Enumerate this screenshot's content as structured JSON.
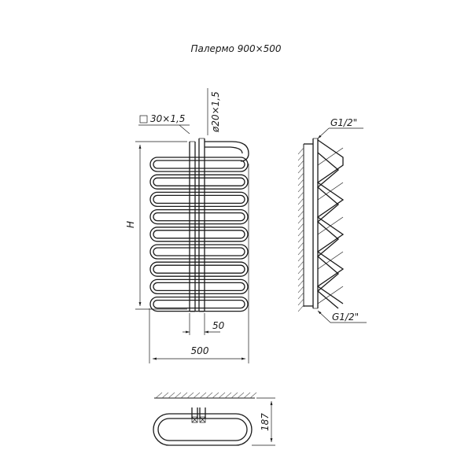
{
  "title": "Палермо 900×500",
  "front_view": {
    "collector_size": "30×1,5",
    "pipe_size": "ø20×1,5",
    "height_label": "H",
    "spacing_label": "50",
    "width_label": "500"
  },
  "side_view": {
    "connection_top": "G1/2\"",
    "connection_bottom": "G1/2\""
  },
  "top_view": {
    "depth_label": "187"
  }
}
